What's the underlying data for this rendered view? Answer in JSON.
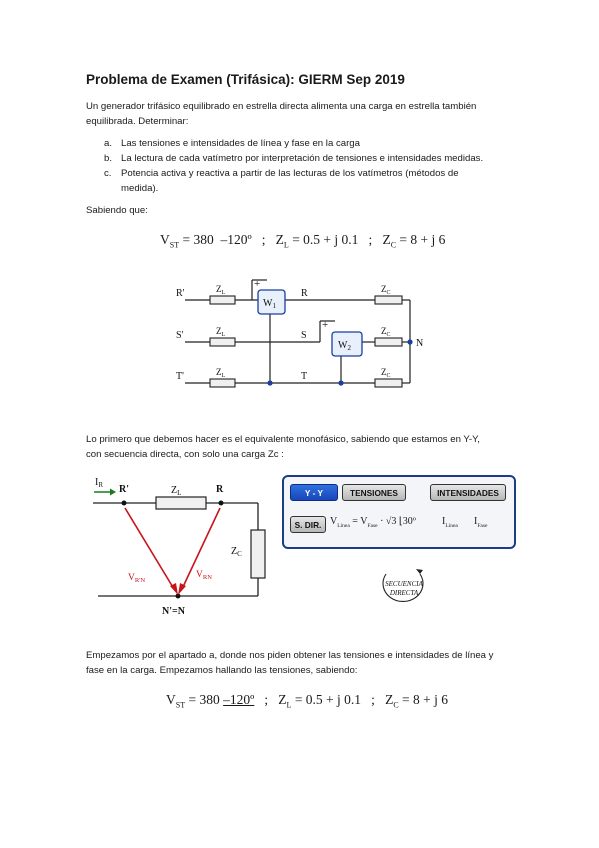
{
  "title": "Problema de Examen (Trifásica): GIERM Sep 2019",
  "intro": [
    "Un generador trifásico equilibrado en estrella directa alimenta una carga en estrella también",
    "equilibrada. Determinar:"
  ],
  "items": [
    {
      "marker": "a.",
      "lines": [
        "Las tensiones e intensidades de línea y fase en la carga"
      ]
    },
    {
      "marker": "b.",
      "lines": [
        "La lectura de cada vatímetro por interpretación de tensiones e intensidades medidas."
      ]
    },
    {
      "marker": "c.",
      "lines": [
        "Potencia activa y reactiva a partir de las lecturas de los vatímetros (métodos de",
        "medida)."
      ]
    }
  ],
  "sabiendo": "Sabiendo que:",
  "eq1": {
    "v": "V",
    "v_sub": "ST",
    "v_val": " = 380  –120º",
    "sep1": "   ;   ",
    "zl": "Z",
    "zl_sub": "L",
    "zl_val": " = 0.5 + j 0.1",
    "sep2": "   ;   ",
    "zc": "Z",
    "zc_sub": "C",
    "zc_val": " = 8 + j 6"
  },
  "circuit1": {
    "nodes_left": [
      "R'",
      "S'",
      "T'"
    ],
    "nodes_mid": [
      "R",
      "S",
      "T"
    ],
    "zl": "Z",
    "zl_sub": "L",
    "zc": "Z",
    "zc_sub": "C",
    "w1": "W",
    "w1_sub": "1",
    "w2": "W",
    "w2_sub": "2",
    "plus": "+",
    "neutral": "N"
  },
  "lo_primero": [
    "Lo primero que debemos hacer es el equivalente monofásico, sabiendo que estamos en Y-Y,",
    "con secuencia directa, con solo una carga Zc :"
  ],
  "circuit2": {
    "current": "I",
    "current_sub": "R",
    "r_prime": "R'",
    "r": "R",
    "zl": "Z",
    "zl_sub": "L",
    "zc": "Z",
    "zc_sub": "C",
    "v_rn_prime": "V",
    "v_rn_prime_sub": "R'N",
    "v_rn": "V",
    "v_rn_sub": "RN",
    "neutral": "N'=N",
    "arrow_color": "#c8141c"
  },
  "panel": {
    "btn_yy": "Y - Y",
    "btn_tensiones": "TENSIONES",
    "btn_intensidades": "INTENSIDADES",
    "btn_sdir": "S. DIR.",
    "formula_v": "V",
    "formula_sub1": "Línea",
    "formula_mid": " = ",
    "formula_sub2": "Fase",
    "formula_tail": " · √3 ⌊30º",
    "i_linea": "I",
    "i_linea_sub": "Línea",
    "i_fase": "I",
    "i_fase_sub": "Fase",
    "accent": "#1846b8"
  },
  "stamp": [
    "SECUENCIA",
    "DIRECTA"
  ],
  "empezamos": [
    "Empezamos por el apartado a, donde nos piden obtener las tensiones e intensidades de línea y",
    "fase en la carga. Empezamos hallando las tensiones, sabiendo:"
  ],
  "eq2": {
    "v": "V",
    "v_sub": "ST",
    "v_val": " = 380 ",
    "v_ang": "–120º",
    "sep1": "   ;   ",
    "zl": "Z",
    "zl_sub": "L",
    "zl_val": " = 0.5 + j 0.1",
    "sep2": "   ;   ",
    "zc": "Z",
    "zc_sub": "C",
    "zc_val": " = 8 + j 6"
  }
}
